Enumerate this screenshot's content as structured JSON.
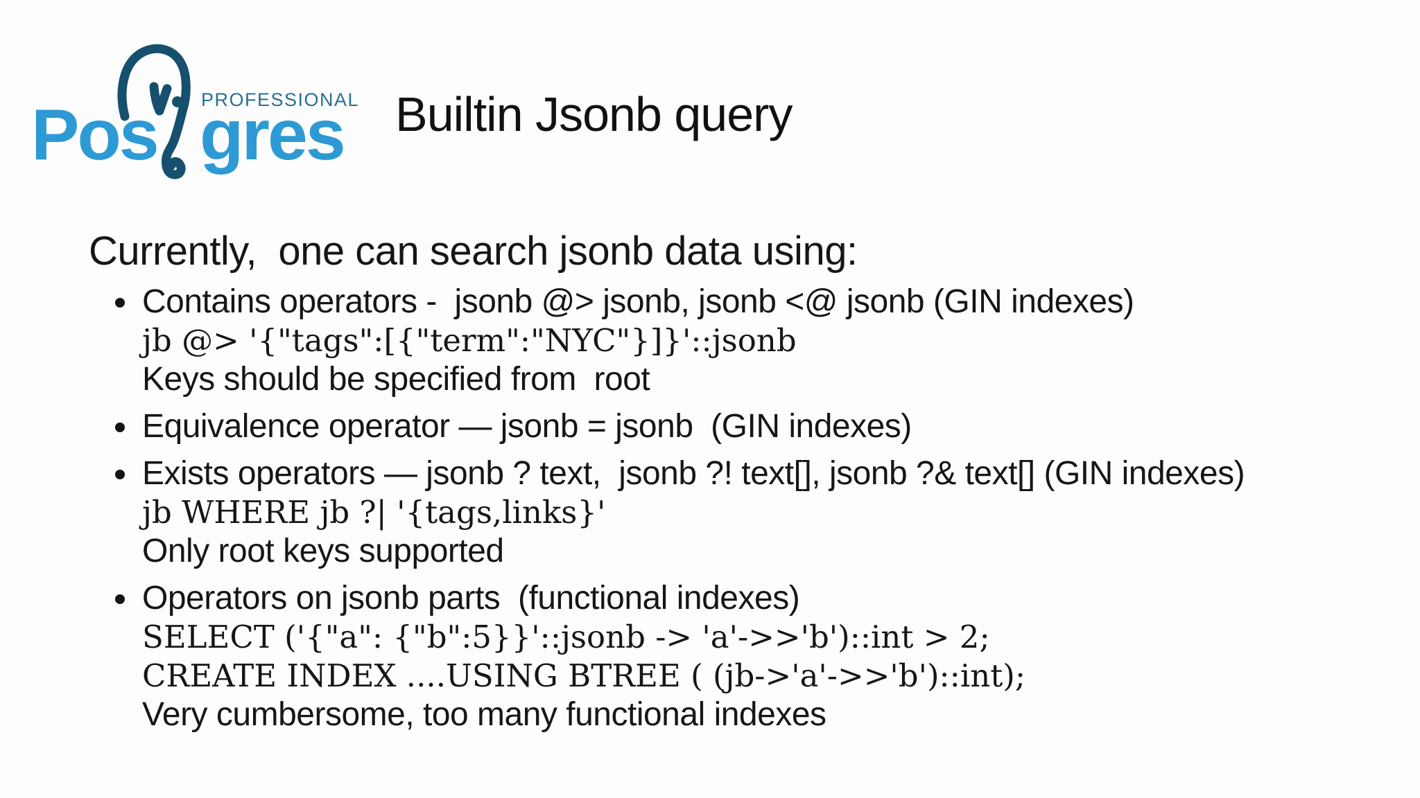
{
  "logo": {
    "word_left": "Pos",
    "word_right": "gres",
    "subtitle": "PROFESSIONAL",
    "colors": {
      "light_blue": "#2e9ad5",
      "dark_blue": "#16506e",
      "subtitle_blue": "#276f95"
    }
  },
  "title": "Builtin Jsonb query",
  "body": {
    "intro": "Currently,  one can search jsonb data using:",
    "bullets": [
      {
        "label": "Contains operators -  jsonb @> jsonb, jsonb <@ jsonb (GIN indexes)",
        "code": [
          "jb @> '{\"tags\":[{\"term\":\"NYC\"}]}'::jsonb"
        ],
        "note": "Keys should be specified from  root"
      },
      {
        "label": "Equivalence operator — jsonb = jsonb  (GIN indexes)"
      },
      {
        "label": "Exists operators — jsonb ? text,  jsonb ?! text[], jsonb ?& text[] (GIN indexes)",
        "code": [
          "jb WHERE jb ?| '{tags,links}'"
        ],
        "note": "Only root keys supported"
      },
      {
        "label": "Operators on jsonb parts  (functional indexes)",
        "code": [
          "SELECT ('{\"a\": {\"b\":5}}'::jsonb -> 'a'->>'b')::int > 2;",
          "CREATE INDEX ....USING BTREE ( (jb->'a'->>'b')::int);"
        ],
        "note": "Very cumbersome, too many functional indexes"
      }
    ]
  }
}
